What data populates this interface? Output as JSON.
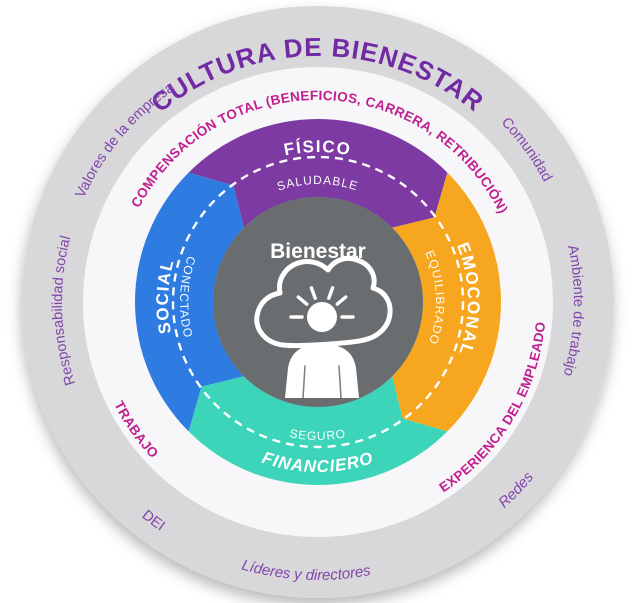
{
  "diagram": {
    "title": "CULTURA DE BIENESTAR",
    "center": {
      "label": "Bienestar",
      "icon": "person-with-cloud-mindfulness-icon"
    },
    "outer_ring_labels": {
      "valores": "Valores de la empresa",
      "responsabilidad": "Responsabilidad social",
      "comunidad": "Comunidad",
      "ambiente": "Ambiente de trabajo",
      "redes": "Redes",
      "lideres": "Líderes y directores",
      "dei": "DEI"
    },
    "middle_ring_labels": {
      "compensacion": "COMPENSACIÓN TOTAL (BENEFICIOS, CARRERA, RETRIBUCIÓN)",
      "trabajo": "TRABAJO",
      "experiencia": "EXPERIENCA DEL EMPLEADO"
    },
    "quadrants": [
      {
        "name": "FÍSICO",
        "state": "SALUDABLE",
        "color": "#7c3aa2"
      },
      {
        "name": "EMOCONAL",
        "state": "EQUILIBRADO",
        "color": "#f6a71f"
      },
      {
        "name": "FINANCIERO",
        "state": "SEGURO",
        "color": "#3cd5b9"
      },
      {
        "name": "SOCIAL",
        "state": "CONECTADO",
        "color": "#2e7ce2"
      }
    ],
    "colors": {
      "outer_ring": "#d8d7da",
      "middle_ring": "#f7f6f8",
      "center_circle": "#6a6d6f",
      "title_text": "#7229a4",
      "outer_label_text": "#8246ab",
      "magenta_text": "#c01f90",
      "white": "#ffffff"
    }
  }
}
